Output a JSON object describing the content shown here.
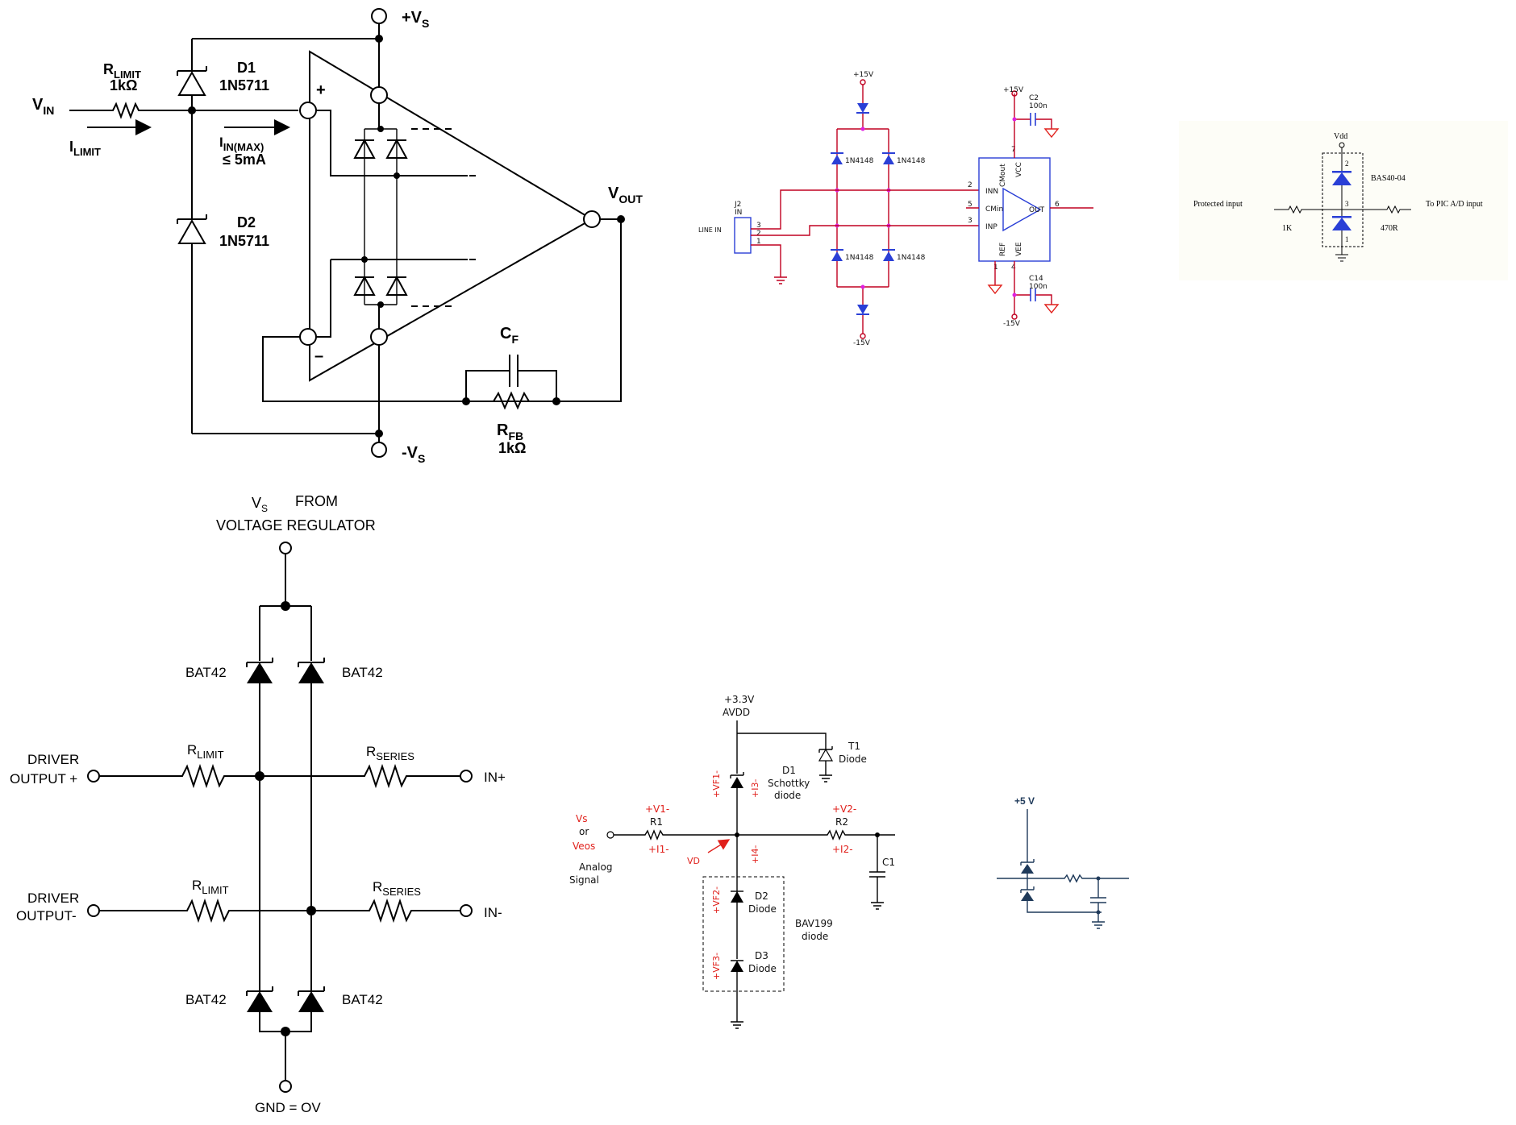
{
  "panel1": {
    "vs_pos": "+V",
    "vs_pos_sub": "S",
    "vs_neg": "-V",
    "vs_neg_sub": "S",
    "vin": "V",
    "vin_sub": "IN",
    "rlimit": "R",
    "rlimit_sub": "LIMIT",
    "rlimit_val": "1kΩ",
    "ilimit": "I",
    "ilimit_sub": "LIMIT",
    "d1": "D1",
    "d1_part": "1N5711",
    "d2": "D2",
    "d2_part": "1N5711",
    "iin": "I",
    "iin_sub": "IN(MAX)",
    "iin_val": "≤ 5mA",
    "plus": "+",
    "minus": "–",
    "vout": "V",
    "vout_sub": "OUT",
    "cf": "C",
    "cf_sub": "F",
    "rfb": "R",
    "rfb_sub": "FB",
    "rfb_val": "1kΩ"
  },
  "panel2": {
    "p15_top": "+15V",
    "m15_bot": "-15V",
    "diode_part": "1N4148",
    "j2": "J2",
    "j2_sub": "IN",
    "line_in": "LINE IN",
    "pins": [
      "3",
      "2",
      "1"
    ],
    "c2": "C2",
    "c2_val": "100n",
    "p15_ic": "+15V",
    "c14": "C14",
    "c14_val": "100n",
    "m15_ic": "-15V",
    "ic_pins": {
      "inn": "INN",
      "cmin": "CMin",
      "inp": "INP",
      "out": "OUT",
      "cmout": "CMout",
      "vcc": "VCC",
      "ref": "REF",
      "vee": "VEE"
    },
    "ic_pin_nums": {
      "n2": "2",
      "n5": "5",
      "n3": "3",
      "n6": "6",
      "n7": "7",
      "n1": "1",
      "n4": "4"
    }
  },
  "panel3": {
    "vdd": "Vdd",
    "part": "BAS40-04",
    "protected": "Protected input",
    "to_pic": "To PIC A/D input",
    "r1": "1K",
    "r2": "470R",
    "pins": [
      "2",
      "3",
      "1"
    ]
  },
  "panel4": {
    "vs": "V",
    "vs_sub": "S",
    "from": "FROM",
    "regulator": "VOLTAGE REGULATOR",
    "bat": "BAT42",
    "driver_pos_1": "DRIVER",
    "driver_pos_2": "OUTPUT +",
    "driver_neg_1": "DRIVER",
    "driver_neg_2": "OUTPUT-",
    "rlimit": "R",
    "rlimit_sub": "LIMIT",
    "rseries": "R",
    "rseries_sub": "SERIES",
    "in_pos": "IN+",
    "in_neg": "IN-",
    "gnd": "GND = OV"
  },
  "panel5": {
    "supply1": "+3.3V",
    "supply2": "AVDD",
    "t1": "T1",
    "t1_type": "Diode",
    "d1": "D1",
    "d1_type1": "Schottky",
    "d1_type2": "diode",
    "vf1": "+VF1-",
    "i3": "+I3-",
    "vs": "Vs",
    "or": "or",
    "veos": "Veos",
    "analog1": "Analog",
    "analog2": "Signal",
    "v1": "+V1-",
    "r1": "R1",
    "i1": "+I1-",
    "vd": "VD",
    "i4": "+I4-",
    "v2": "+V2-",
    "r2": "R2",
    "i2": "+I2-",
    "c1": "C1",
    "d2": "D2",
    "d2_type": "Diode",
    "vf2": "+VF2-",
    "bav1": "BAV199",
    "bav2": "diode",
    "d3": "D3",
    "d3_type": "Diode",
    "vf3": "+VF3-"
  },
  "panel6": {
    "supply": "+5 V"
  },
  "colors": {
    "red": "#e0201b",
    "blue": "#2a3fd6",
    "navy": "#1f3a5a",
    "magenta": "#e020e0",
    "dark_red": "#c00020"
  }
}
